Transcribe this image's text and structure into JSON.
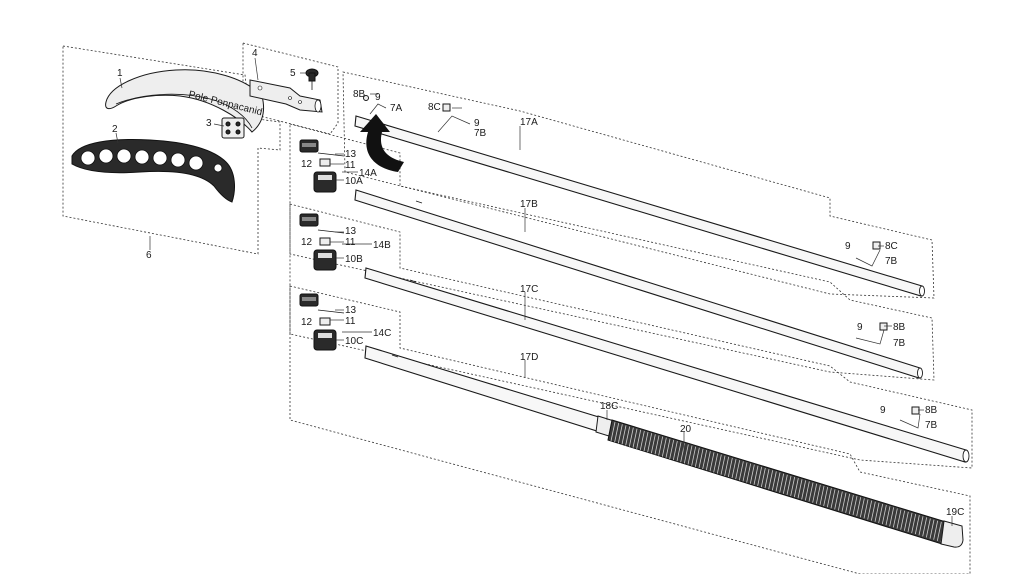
{
  "labels": {
    "saw_blade": "1",
    "scabbard": "2",
    "bolts": "3",
    "head_bracket": "4",
    "knob": "5",
    "saw_group": "6",
    "pole_17a": "17A",
    "pole_17b": "17B",
    "pole_17c": "17C",
    "pole_17d": "17D",
    "grip": "20",
    "cap_18c": "18C",
    "end_19c": "19C",
    "clip_7a": "7A",
    "spring_7b_top": "7B",
    "spring_7b_17b": "7B",
    "spring_7b_17c": "7B",
    "spring_7b_17d": "7B",
    "screw_9_a": "9",
    "screw_9_b": "9",
    "screw_9_c": "9",
    "screw_9_d": "9",
    "screw_9_e": "9",
    "cap_8b_top": "8B",
    "cap_8c_top": "8C",
    "cap_8c_17b": "8C",
    "cap_8b_17c": "8B",
    "cap_8b_17d": "8B",
    "lock_14a": "14A",
    "lock_14b": "14B",
    "lock_14c": "14C",
    "clamp_10a": "10A",
    "clamp_10b": "10B",
    "clamp_10c": "10C",
    "pin_13_a": "13",
    "pin_13_b": "13",
    "pin_13_c": "13",
    "lever_12_a": "12",
    "lever_12_b": "12",
    "lever_12_c": "12",
    "sleeve_11_a": "11",
    "sleeve_11_b": "11",
    "sleeve_11_c": "11"
  },
  "blade_brand": "Pole Ponpacanid",
  "colors": {
    "line": "#1a1a1a",
    "grip": "#3a3a3a",
    "pole": "#f7f7f7"
  },
  "icons": [
    "arrow-icon"
  ]
}
